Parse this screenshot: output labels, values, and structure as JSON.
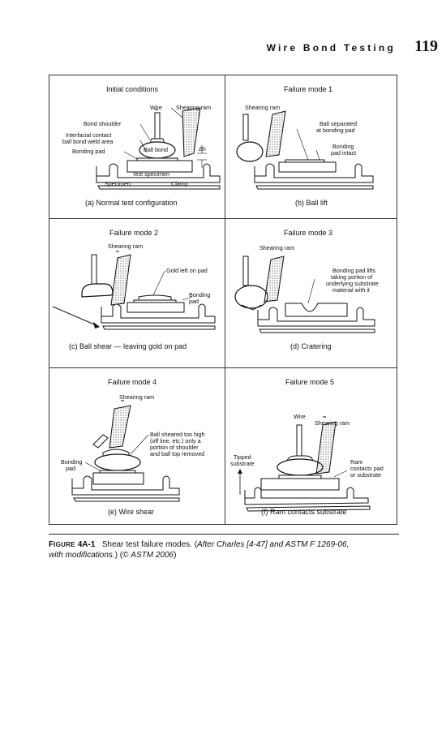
{
  "header": {
    "running_title": "Wire Bond Testing",
    "page_number": "119"
  },
  "figure": {
    "panels": [
      {
        "title": "Initial conditions",
        "caption": "(a) Normal test configuration",
        "labels": {
          "wire": "Wire",
          "ram": "Shearing ram",
          "shoulder": "Bond shoulder",
          "interfacial1": "Interfacial contact",
          "interfacial2": "ball bond weld area",
          "pad": "Bonding pad",
          "ball": "Ball bond",
          "dh": "Δh",
          "specimen": "Test specimen",
          "specimen2": "Specimen",
          "clamp": "Clamp"
        }
      },
      {
        "title": "Failure mode 1",
        "caption": "(b) Ball lift",
        "labels": {
          "ram": "Shearing ram",
          "sep1": "Ball separated",
          "sep2": "at bonding pad",
          "pad1": "Bonding",
          "pad2": "pad intact"
        }
      },
      {
        "title": "Failure mode 2",
        "caption": "(c) Ball shear — leaving gold on pad",
        "labels": {
          "ram": "Shearing ram",
          "gold": "Gold left on pad",
          "pad1": "Bonding",
          "pad2": "pad"
        }
      },
      {
        "title": "Failure mode 3",
        "caption": "(d) Cratering",
        "labels": {
          "ram": "Shearing ram",
          "l1": "Bonding pad lifts",
          "l2": "taking portion of",
          "l3": "underlying substrate",
          "l4": "material with it"
        }
      },
      {
        "title": "Failure mode 4",
        "caption": "(e) Wire shear",
        "labels": {
          "ram": "Shearing ram",
          "s1": "Ball sheared too high",
          "s2": "(off line, etc.) only a",
          "s3": "portion of shoulder",
          "s4": "and ball top removed",
          "pad1": "Bonding",
          "pad2": "pad"
        }
      },
      {
        "title": "Failure mode 5",
        "caption": "(f) Ram contacts substrate",
        "labels": {
          "wire": "Wire",
          "ram": "Shearing ram",
          "tip1": "Tipped",
          "tip2": "substrate",
          "r1": "Ram",
          "r2": "contacts pad",
          "r3": "or substrate"
        }
      }
    ]
  },
  "caption": {
    "label_initial": "F",
    "label_smallcaps": "IGURE",
    "label_number": "4A-1",
    "text": "Shear test failure modes. (",
    "italic1": "After Charles [4-47] and ASTM F 1269-06,",
    "italic2": "with modifications.",
    "text2": ") (© ",
    "italic3": "ASTM 2006",
    "text3": ")"
  }
}
